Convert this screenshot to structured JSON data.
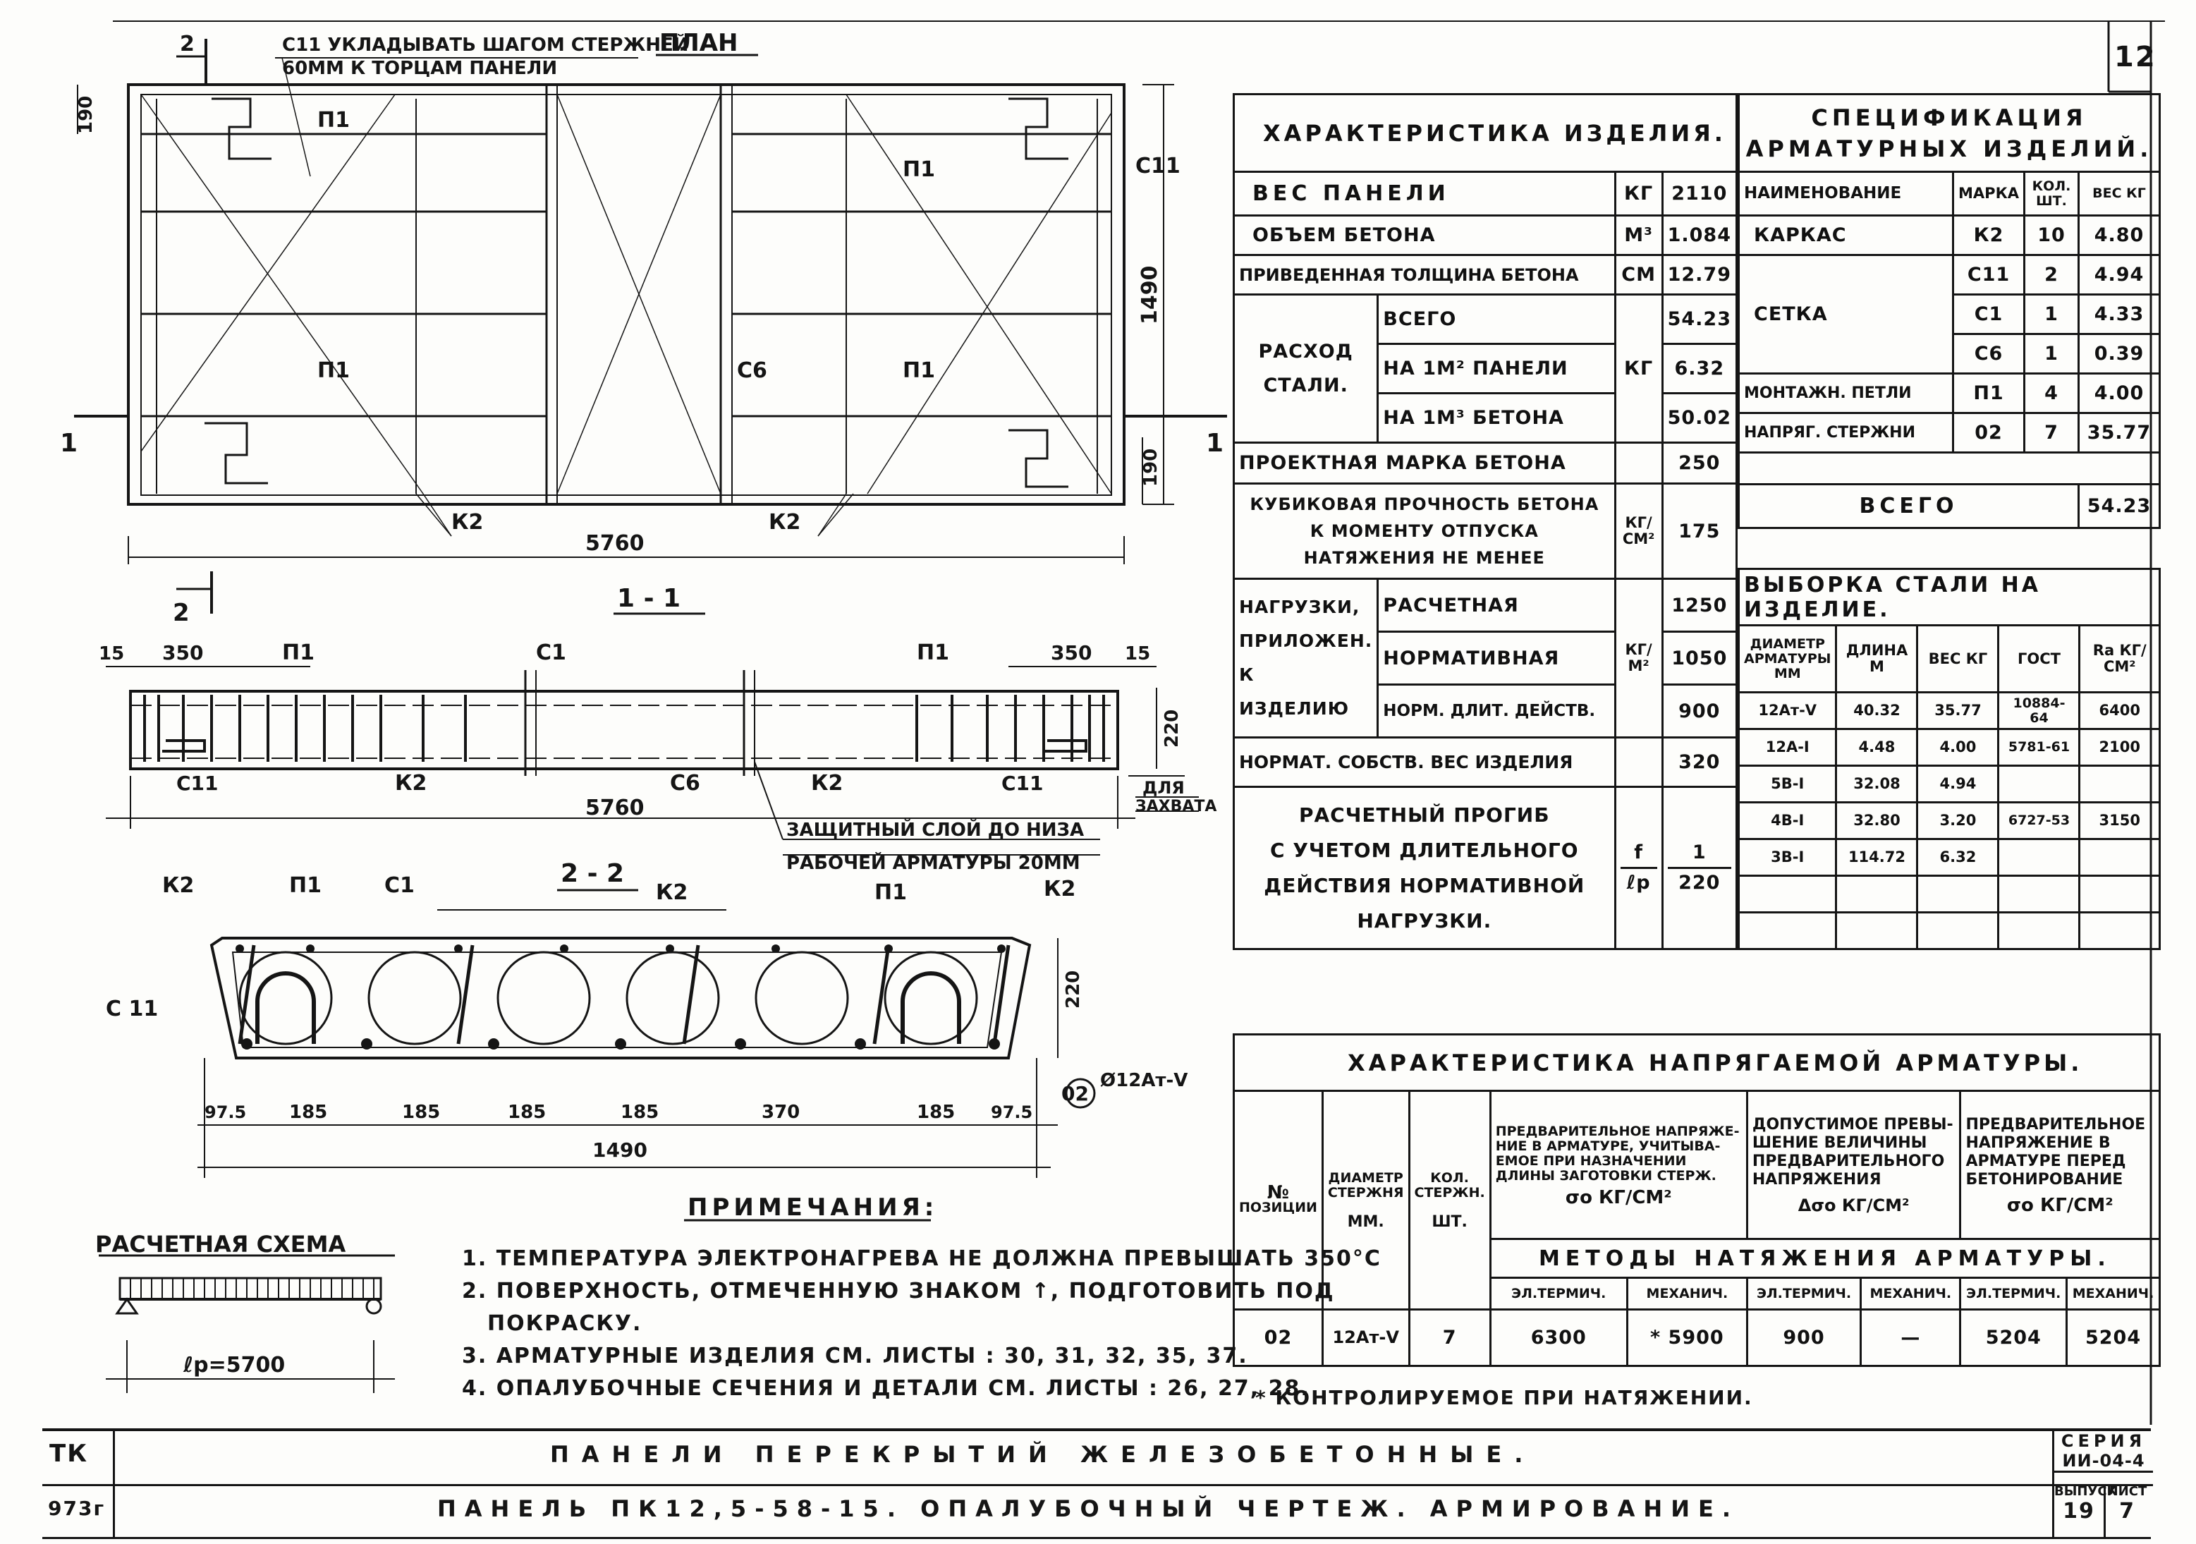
{
  "sheet_no": "12",
  "plan": {
    "note_line1": "С11 УКЛАДЫВАТЬ ШАГОМ СТЕРЖНЕЙ",
    "note_line2": "60ММ К ТОРЦАМ ПАНЕЛИ",
    "title": "ПЛАН",
    "mark_2": "2",
    "mark_1": "1",
    "labels": {
      "p1": "П1",
      "c11": "С11",
      "c6": "С6",
      "k2": "К2"
    },
    "dims": {
      "d190": "190",
      "d1490": "1490",
      "d5760": "5760"
    }
  },
  "section_11": {
    "title": "1 - 1",
    "dims": {
      "d15": "15",
      "d350": "350",
      "d220": "220",
      "d5760": "5760"
    },
    "labels": {
      "p1": "П1",
      "c1": "С1",
      "c11": "С11",
      "k2": "К2",
      "c6": "С6"
    },
    "grip": [
      "ДЛЯ",
      "ЗАХВАТА"
    ],
    "cover_note": [
      "ЗАЩИТНЫЙ СЛОЙ ДО НИЗА",
      "РАБОЧЕЙ АРМАТУРЫ 20ММ"
    ]
  },
  "section_22": {
    "title": "2 - 2",
    "labels": {
      "k2": "К2",
      "p1": "П1",
      "c1": "С1",
      "c11": "С 11"
    },
    "dims": [
      "97.5",
      "185",
      "185",
      "185",
      "185",
      "370",
      "185",
      "97.5"
    ],
    "dim_total": "1490",
    "dim_h": "220",
    "pos_mark": "02",
    "pos_bar": "Ø12Ат-V"
  },
  "scheme": {
    "title": "РАСЧЕТНАЯ СХЕМА",
    "span": "ℓр=5700"
  },
  "notes": {
    "title": "ПРИМЕЧАНИЯ:",
    "items": [
      "1. ТЕМПЕРАТУРА ЭЛЕКТРОНАГРЕВА НЕ ДОЛЖНА ПРЕВЫШАТЬ 350°С",
      "2. ПОВЕРХНОСТЬ, ОТМЕЧЕННУЮ ЗНАКОМ ↑, ПОДГОТОВИТЬ ПОД",
      "ПОКРАСКУ.",
      "3. АРМАТУРНЫЕ ИЗДЕЛИЯ СМ. ЛИСТЫ : 30, 31, 32, 35, 37.",
      "4. ОПАЛУБОЧНЫЕ СЕЧЕНИЯ И ДЕТАЛИ СМ. ЛИСТЫ : 26, 27, 28."
    ],
    "footnote": "* КОНТРОЛИРУЕМОЕ ПРИ НАТЯЖЕНИИ."
  },
  "characteristics": {
    "title": "ХАРАКТЕРИСТИКА ИЗДЕЛИЯ.",
    "weight": {
      "label": "ВЕС ПАНЕЛИ",
      "unit": "КГ",
      "value": "2110"
    },
    "volume": {
      "label": "ОБЪЕМ БЕТОНА",
      "unit": "М³",
      "value": "1.084"
    },
    "thickness": {
      "label": "ПРИВЕДЕННАЯ ТОЛЩИНА БЕТОНА",
      "unit": "СМ",
      "value": "12.79"
    },
    "steel": {
      "label1": "РАСХОД",
      "label2": "СТАЛИ.",
      "unit": "КГ",
      "rows": [
        {
          "label": "ВСЕГО",
          "value": "54.23"
        },
        {
          "label": "НА 1М² ПАНЕЛИ",
          "value": "6.32"
        },
        {
          "label": "НА 1М³ БЕТОНА",
          "value": "50.02"
        }
      ]
    },
    "grade": {
      "label": "ПРОЕКТНАЯ МАРКА БЕТОНА",
      "value": "250"
    },
    "cube": {
      "label": [
        "КУБИКОВАЯ ПРОЧНОСТЬ БЕТОНА",
        "К МОМЕНТУ ОТПУСКА",
        "НАТЯЖЕНИЯ НЕ МЕНЕЕ"
      ],
      "unit": "КГ/СМ²",
      "value": "175"
    },
    "loads": {
      "label": [
        "НАГРУЗКИ,",
        "ПРИЛОЖЕН. К",
        "ИЗДЕЛИЮ"
      ],
      "unit": "КГ/М²",
      "rows": [
        {
          "label": "РАСЧЕТНАЯ",
          "value": "1250"
        },
        {
          "label": "НОРМАТИВНАЯ",
          "value": "1050"
        },
        {
          "label": "НОРМ. ДЛИТ. ДЕЙСТВ.",
          "value": "900"
        }
      ]
    },
    "self_weight": {
      "label": "НОРМАТ. СОБСТВ. ВЕС ИЗДЕЛИЯ",
      "value": "320"
    },
    "deflection": {
      "label": [
        "РАСЧЕТНЫЙ ПРОГИБ",
        "С УЧЕТОМ ДЛИТЕЛЬНОГО",
        "ДЕЙСТВИЯ НОРМАТИВНОЙ",
        "НАГРУЗКИ."
      ],
      "ratio_top": "f",
      "ratio_bottom": "ℓр",
      "value_top": "1",
      "value_bottom": "220"
    }
  },
  "spec": {
    "title": [
      "СПЕЦИФИКАЦИЯ",
      "АРМАТУРНЫХ ИЗДЕЛИЙ."
    ],
    "headers": [
      "НАИМЕНОВАНИЕ",
      "МАРКА",
      "КОЛ. ШТ.",
      "ВЕС КГ"
    ],
    "groups": [
      {
        "name": "КАРКАС",
        "rows": [
          [
            "К2",
            "10",
            "4.80"
          ]
        ]
      },
      {
        "name": "СЕТКА",
        "rows": [
          [
            "С11",
            "2",
            "4.94"
          ],
          [
            "С1",
            "1",
            "4.33"
          ],
          [
            "С6",
            "1",
            "0.39"
          ]
        ]
      },
      {
        "name": "МОНТАЖН. ПЕТЛИ",
        "rows": [
          [
            "П1",
            "4",
            "4.00"
          ]
        ]
      },
      {
        "name": "НАПРЯГ. СТЕРЖНИ",
        "rows": [
          [
            "02",
            "7",
            "35.77"
          ]
        ]
      }
    ],
    "total_label": "ВСЕГО",
    "total_value": "54.23"
  },
  "selection": {
    "title": "ВЫБОРКА СТАЛИ НА ИЗДЕЛИЕ.",
    "headers": [
      "ДИАМЕТР АРМАТУРЫ ММ",
      "ДЛИНА М",
      "ВЕС КГ",
      "ГОСТ",
      "Ra КГ/СМ²"
    ],
    "rows": [
      [
        "12Ат-V",
        "40.32",
        "35.77",
        "10884-64",
        "6400"
      ],
      [
        "12А-I",
        "4.48",
        "4.00",
        "5781-61",
        "2100"
      ],
      [
        "5В-I",
        "32.08",
        "4.94",
        "",
        ""
      ],
      [
        "4В-I",
        "32.80",
        "3.20",
        "6727-53",
        "3150"
      ],
      [
        "3В-I",
        "114.72",
        "6.32",
        "",
        ""
      ]
    ]
  },
  "prestress": {
    "title": "ХАРАКТЕРИСТИКА НАПРЯГАЕМОЙ АРМАТУРЫ.",
    "h_pos": [
      "№",
      "ПОЗИЦИИ"
    ],
    "h_dia": [
      "ДИАМЕТР",
      "СТЕРЖНЯ",
      "ММ."
    ],
    "h_qty": [
      "КОЛ.",
      "СТЕРЖН.",
      "ШТ."
    ],
    "h_pre": [
      "ПРЕДВАРИТЕЛЬНОЕ НАПРЯЖЕ-",
      "НИЕ В АРМАТУРЕ, УЧИТЫВА-",
      "ЕМОЕ ПРИ НАЗНАЧЕНИИ",
      "ДЛИНЫ ЗАГОТОВКИ СТЕРЖ.",
      "σо КГ/СМ²"
    ],
    "h_exc": [
      "ДОПУСТИМОЕ ПРЕВЫ-",
      "ШЕНИЕ ВЕЛИЧИНЫ",
      "ПРЕДВАРИТЕЛЬНОГО",
      "НАПРЯЖЕНИЯ",
      "Δσо КГ/СМ²"
    ],
    "h_bef": [
      "ПРЕДВАРИТЕЛЬНОЕ",
      "НАПРЯЖЕНИЕ В",
      "АРМАТУРЕ ПЕРЕД",
      "БЕТОНИРОВАНИЕ",
      "σо КГ/СМ²"
    ],
    "methods": "МЕТОДЫ НАТЯЖЕНИЯ АРМАТУРЫ.",
    "m_el": "ЭЛ.ТЕРМИЧ.",
    "m_mech": "МЕХАНИЧ.",
    "row": [
      "02",
      "12Ат-V",
      "7",
      "6300",
      "* 5900",
      "900",
      "—",
      "5204",
      "5204"
    ]
  },
  "stamp": {
    "tk": "ТК",
    "code": "973г",
    "line1": "ПАНЕЛИ ПЕРЕКРЫТИЙ ЖЕЛЕЗОБЕТОННЫЕ.",
    "line2": "ПАНЕЛЬ ПК12,5-58-15. ОПАЛУБОЧНЫЙ ЧЕРТЕЖ. АРМИРОВАНИЕ.",
    "series_label": "СЕРИЯ",
    "series": "ИИ-04-4",
    "issue_label": "ВЫПУСК",
    "sheet_label": "ЛИСТ",
    "issue": "19",
    "sheet": "7"
  }
}
